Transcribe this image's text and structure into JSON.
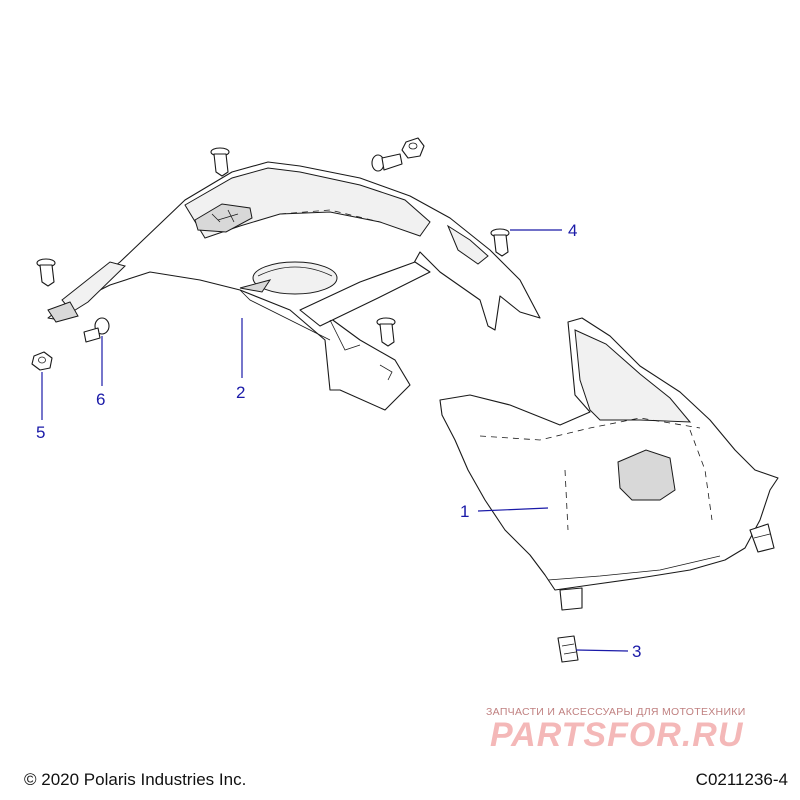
{
  "callouts": [
    {
      "id": "1",
      "label": "1"
    },
    {
      "id": "2",
      "label": "2"
    },
    {
      "id": "3",
      "label": "3"
    },
    {
      "id": "4",
      "label": "4"
    },
    {
      "id": "5",
      "label": "5"
    },
    {
      "id": "6",
      "label": "6"
    }
  ],
  "footer": {
    "copyright": "© 2020 Polaris Industries Inc.",
    "drawing_id": "C0211236-4"
  },
  "watermark": {
    "subtitle": "ЗАПЧАСТИ И АКСЕССУАРЫ ДЛЯ МОТОТЕХНИКИ",
    "logo": "PARTSFOR.RU"
  },
  "colors": {
    "callout": "#1a1aa8",
    "linework": "#1a1a1a",
    "watermark": "#f4b8b8"
  }
}
